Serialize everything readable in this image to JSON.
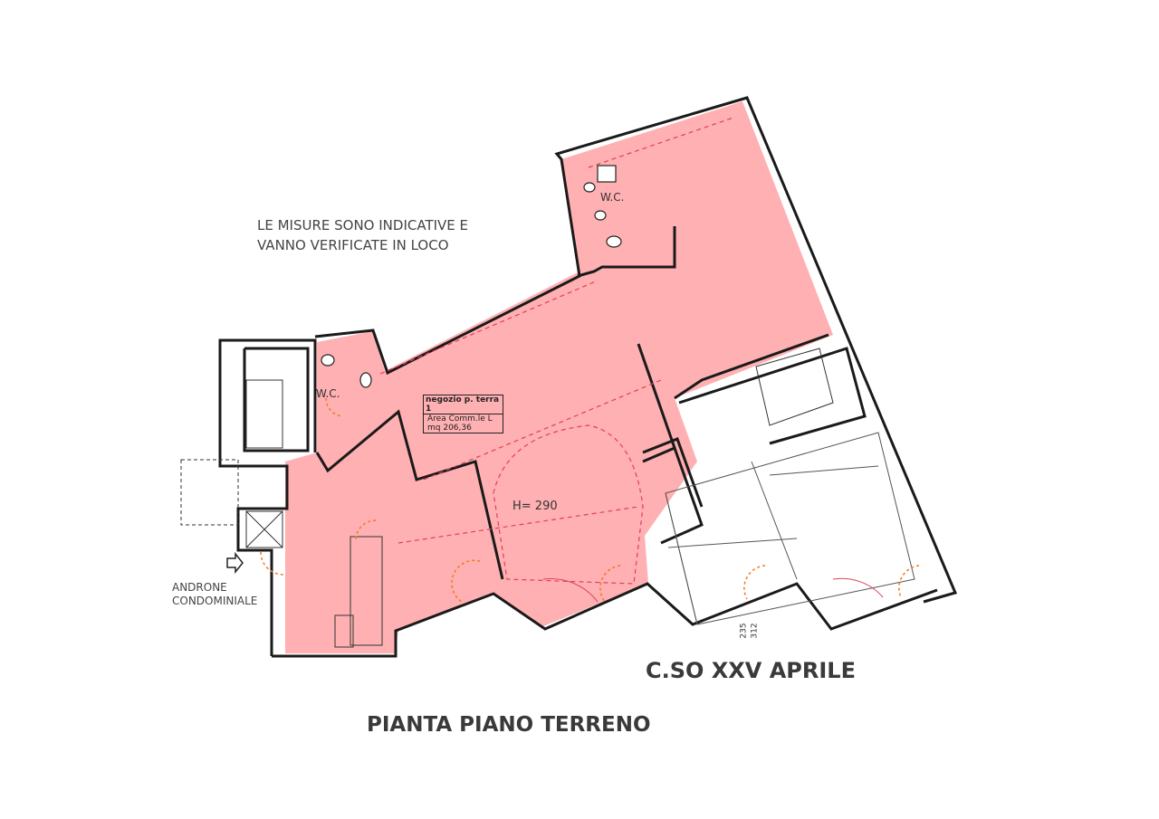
{
  "note": {
    "line1": "LE MISURE SONO INDICATIVE E",
    "line2": "VANNO VERIFICATE IN LOCO"
  },
  "street_label": "C.SO XXV APRILE",
  "plan_title": "PIANTA PIANO TERRENO",
  "entrance": {
    "line1": "ANDRONE",
    "line2": "CONDOMINIALE"
  },
  "wc_labels": [
    "W.C.",
    "W.C."
  ],
  "ceiling_height": "H= 290",
  "room_label": {
    "title": "negozio p. terra 1",
    "line1": "Area Comm.le L",
    "line2": "mq 206,36"
  },
  "dimensions": [
    "312",
    "235"
  ],
  "colors": {
    "area_fill": "#ffb0b2",
    "walls": "#1a1a1a",
    "doors": "#f07820",
    "dashed": "#e0405a"
  }
}
